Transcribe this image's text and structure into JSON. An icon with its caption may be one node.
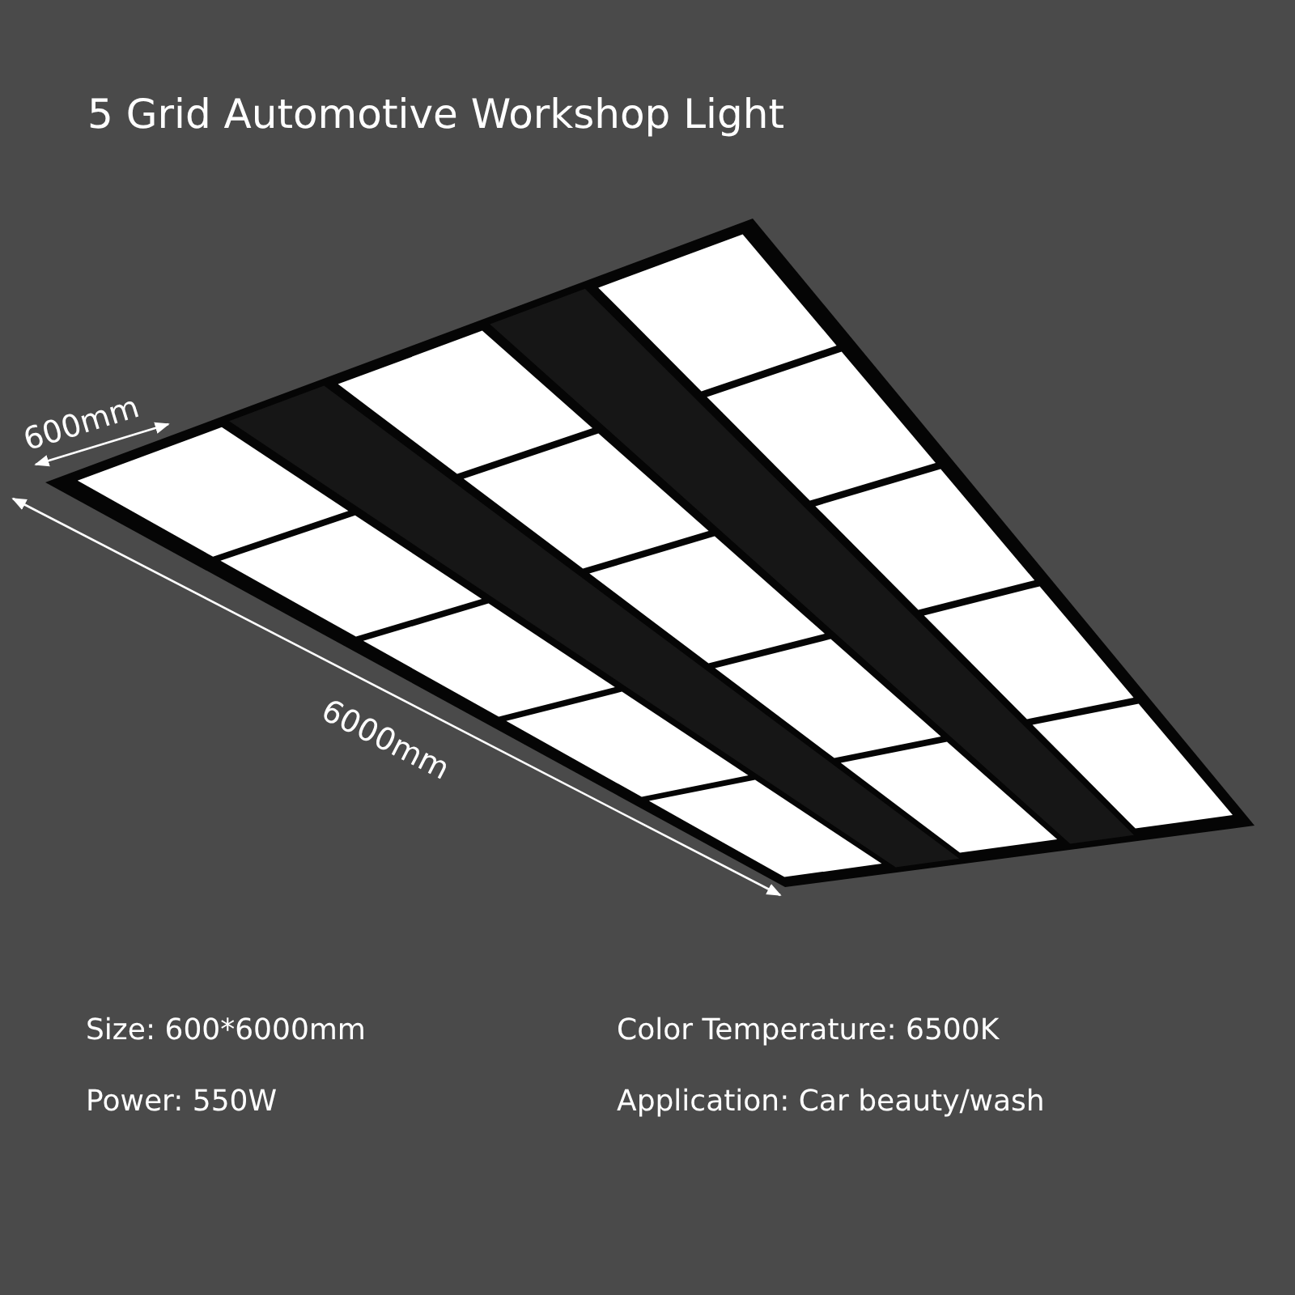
{
  "diagram": {
    "title": "5 Grid Automotive Workshop Light",
    "labels": [
      "600mm",
      "6000mm",
      "Size: 600*6000mm",
      "Color Temperature: 6500K",
      "Power: 550W",
      "Application: Car beauty/wash"
    ]
  }
}
